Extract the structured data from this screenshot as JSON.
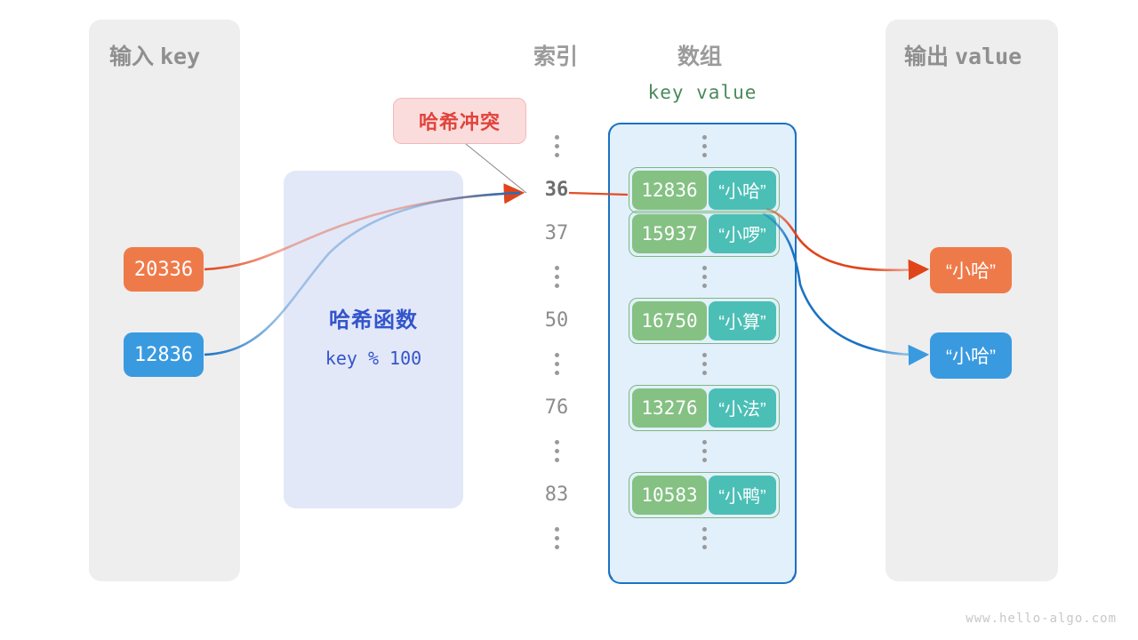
{
  "watermark": "www.hello-algo.com",
  "panels": {
    "input": {
      "title_cjk": "输入",
      "title_mono": "key"
    },
    "output": {
      "title_cjk": "输出",
      "title_mono": "value"
    }
  },
  "headers": {
    "index": "索引",
    "array": "数组",
    "kv": "key  value"
  },
  "hash_function": {
    "title": "哈希函数",
    "formula": "key % 100"
  },
  "collision": {
    "label": "哈希冲突"
  },
  "input_keys": [
    {
      "value": "20336",
      "color": "#ef7a49"
    },
    {
      "value": "12836",
      "color": "#3a9ae0"
    }
  ],
  "output_values": [
    {
      "value": "“小哈”",
      "color": "#ef7a49"
    },
    {
      "value": "“小哈”",
      "color": "#3a9ae0"
    }
  ],
  "index_column": [
    {
      "type": "dots"
    },
    {
      "type": "index",
      "label": "36",
      "highlight": true
    },
    {
      "type": "index",
      "label": "37",
      "highlight": false
    },
    {
      "type": "dots"
    },
    {
      "type": "index",
      "label": "50",
      "highlight": false
    },
    {
      "type": "dots"
    },
    {
      "type": "index",
      "label": "76",
      "highlight": false
    },
    {
      "type": "dots"
    },
    {
      "type": "index",
      "label": "83",
      "highlight": false
    },
    {
      "type": "dots"
    }
  ],
  "array_rows": [
    {
      "type": "dots"
    },
    {
      "type": "entry",
      "key": "12836",
      "value": "“小哈”"
    },
    {
      "type": "entry",
      "key": "15937",
      "value": "“小啰”"
    },
    {
      "type": "dots"
    },
    {
      "type": "entry",
      "key": "16750",
      "value": "“小算”"
    },
    {
      "type": "dots"
    },
    {
      "type": "entry",
      "key": "13276",
      "value": "“小法”"
    },
    {
      "type": "dots"
    },
    {
      "type": "entry",
      "key": "10583",
      "value": "“小鸭”"
    },
    {
      "type": "dots"
    }
  ],
  "colors": {
    "panel_bg": "#eeeeee",
    "hash_box_bg": "#e3e8f8",
    "hash_text": "#3355cc",
    "array_bg": "#e2f0fb",
    "array_border": "#1a72c4",
    "cell_key_bg": "#84c183",
    "cell_value_bg": "#4bbfb6",
    "cell_outline": "#7cb87f",
    "collision_bg": "#fbdcdc",
    "collision_text": "#e0443c",
    "orange_flow": "#e0441a",
    "blue_flow": "#1a72c4",
    "index_text": "#8c8c8c",
    "header_text": "#9b9b9b",
    "kv_header_text": "#4a8a5c"
  }
}
